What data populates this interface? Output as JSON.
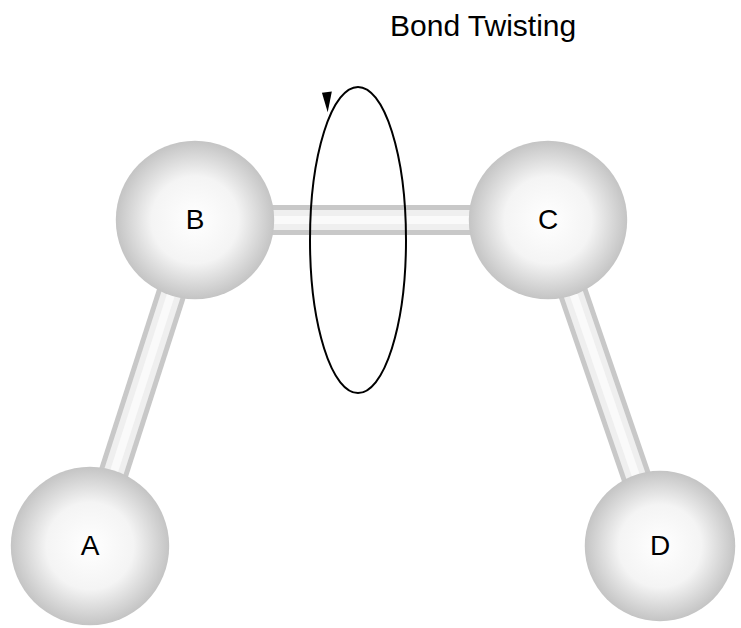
{
  "diagram": {
    "nodes": [
      {
        "text": [
          "B"
        ]
      },
      {
        "text": [
          "C"
        ]
      },
      {
        "text": [
          "A"
        ]
      },
      {
        "text": [
          "D"
        ]
      }
    ],
    "edges": [
      {
        "from": 2,
        "to": 0,
        "arrow": "none"
      },
      {
        "from": 0,
        "to": 1,
        "arrow": "none"
      },
      {
        "from": 1,
        "to": 3,
        "arrow": "none"
      }
    ],
    "labels": [
      "Bond Twisting"
    ]
  }
}
